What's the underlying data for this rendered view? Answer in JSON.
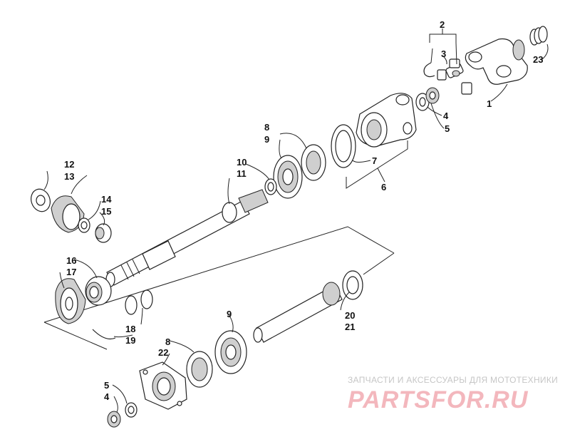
{
  "callouts": [
    {
      "id": "c1",
      "text": "1"
    },
    {
      "id": "c2",
      "text": "2"
    },
    {
      "id": "c3",
      "text": "3"
    },
    {
      "id": "c4a",
      "text": "4"
    },
    {
      "id": "c5a",
      "text": "5"
    },
    {
      "id": "c6",
      "text": "6"
    },
    {
      "id": "c7",
      "text": "7"
    },
    {
      "id": "c8a",
      "text": "8"
    },
    {
      "id": "c9a",
      "text": "9"
    },
    {
      "id": "c10",
      "text": "10"
    },
    {
      "id": "c11",
      "text": "11"
    },
    {
      "id": "c12",
      "text": "12"
    },
    {
      "id": "c13",
      "text": "13"
    },
    {
      "id": "c14",
      "text": "14"
    },
    {
      "id": "c15",
      "text": "15"
    },
    {
      "id": "c16",
      "text": "16"
    },
    {
      "id": "c17",
      "text": "17"
    },
    {
      "id": "c18",
      "text": "18"
    },
    {
      "id": "c19",
      "text": "19"
    },
    {
      "id": "c20",
      "text": "20"
    },
    {
      "id": "c21",
      "text": "21"
    },
    {
      "id": "c22",
      "text": "22"
    },
    {
      "id": "c23",
      "text": "23"
    },
    {
      "id": "c9b",
      "text": "9"
    },
    {
      "id": "c8b",
      "text": "8"
    },
    {
      "id": "c5b",
      "text": "5"
    },
    {
      "id": "c4b",
      "text": "4"
    }
  ],
  "watermark": {
    "tagline": "ЗАПЧАСТИ И АКСЕССУАРЫ ДЛЯ МОТОТЕХНИКИ",
    "brand": "PARTSFOR.RU"
  }
}
